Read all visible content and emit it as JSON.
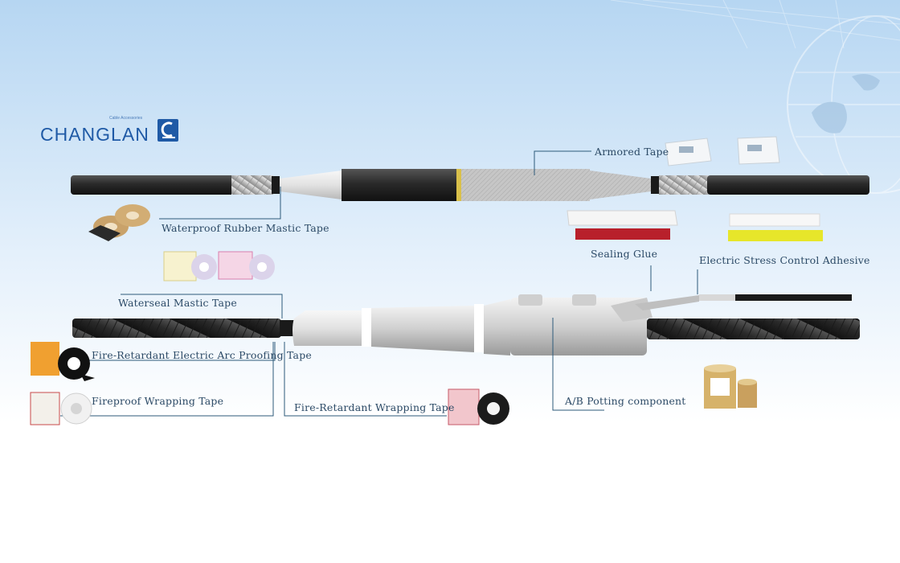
{
  "brand": {
    "name": "CHANGLAN",
    "tagline": "Cable Accessories",
    "primary_color": "#1f5aa6"
  },
  "labels": {
    "armored_tape": "Armored Tape",
    "waterproof_rubber_mastic_tape": "Waterproof Rubber Mastic Tape",
    "sealing_glue": "Sealing Glue",
    "electric_stress_control_adhesive": "Electric Stress Control Adhesive",
    "waterseal_mastic_tape": "Waterseal Mastic Tape",
    "fire_retardant_arc_proofing_tape": "Fire-Retardant Electric Arc Proofing Tape",
    "fireproof_wrapping_tape": "Fireproof Wrapping Tape",
    "fire_retardant_wrapping_tape": "Fire-Retardant Wrapping Tape",
    "ab_potting_component": "A/B Potting component"
  },
  "colors": {
    "label_text": "#2c4a66",
    "leader_line": "#2d5a7a",
    "cable_dark": "#2b2b2b",
    "sky_top": "#b9d8f3"
  }
}
